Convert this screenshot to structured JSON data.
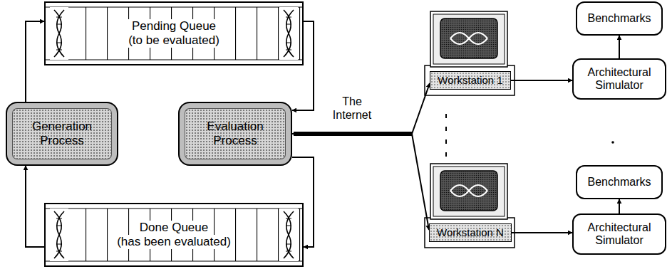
{
  "diagram": {
    "nodes": [
      {
        "text": [
          "Pending Queue",
          "(to be evaluated)"
        ]
      },
      {
        "text": [
          "Generation Process"
        ]
      },
      {
        "text": [
          "Evaluation Process"
        ]
      },
      {
        "text": [
          "Done Queue",
          "(has been evaluated)"
        ]
      },
      {
        "text": [
          "Workstation 1"
        ]
      },
      {
        "text": [
          "Benchmarks"
        ]
      },
      {
        "text": [
          "Architectural Simulator"
        ]
      },
      {
        "text": [
          "Workstation N"
        ]
      },
      {
        "text": [
          "Benchmarks"
        ]
      },
      {
        "text": [
          "Architectural Simulator"
        ]
      }
    ],
    "edges": [
      {
        "from": 1,
        "to": 0,
        "arrow": "to"
      },
      {
        "from": 0,
        "to": 2,
        "arrow": "to"
      },
      {
        "from": 2,
        "to": 3,
        "arrow": "to"
      },
      {
        "from": 3,
        "to": 1,
        "arrow": "to"
      },
      {
        "from": 2,
        "to": 4,
        "label": "The Internet",
        "arrow": "both"
      },
      {
        "from": 2,
        "to": 7,
        "arrow": "both"
      },
      {
        "from": 4,
        "to": 6,
        "arrow": "to"
      },
      {
        "from": 6,
        "to": 5,
        "arrow": "to"
      },
      {
        "from": 7,
        "to": 9,
        "arrow": "to"
      },
      {
        "from": 9,
        "to": 8,
        "arrow": "to"
      }
    ]
  }
}
